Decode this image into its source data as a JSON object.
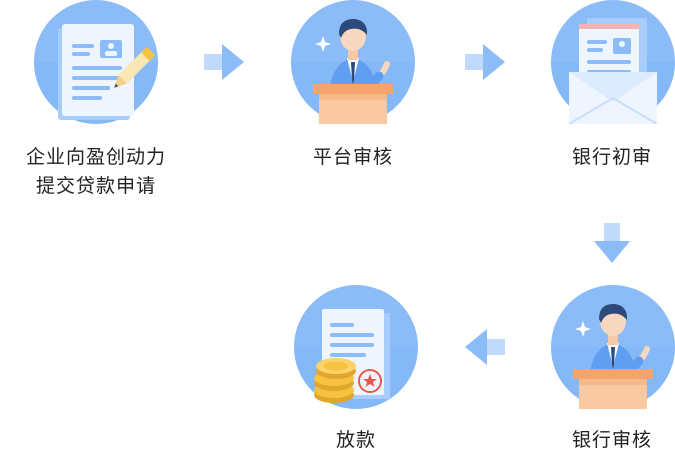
{
  "colors": {
    "circle": "#8bbcf8",
    "circle_inner": "#a9cdfa",
    "arrow": "#8bbcf8",
    "text": "#222222",
    "podium": "#f6b98a",
    "coin": "#f7c240",
    "seal": "#e8584a"
  },
  "steps": [
    {
      "icon": "application-document-pen-icon",
      "label_line1": "企业向盈创动力",
      "label_line2": "提交贷款申请"
    },
    {
      "icon": "reviewer-podium-icon",
      "label_line1": "平台审核"
    },
    {
      "icon": "document-envelope-icon",
      "label_line1": "银行初审"
    },
    {
      "icon": "reviewer-podium-icon",
      "label_line1": "银行审核"
    },
    {
      "icon": "document-coins-icon",
      "label_line1": "放款"
    }
  ],
  "arrows": [
    "arrow-right-icon",
    "arrow-right-icon",
    "arrow-down-icon",
    "arrow-left-icon"
  ]
}
